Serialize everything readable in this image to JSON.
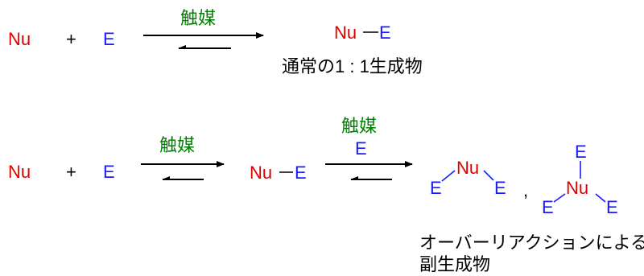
{
  "colors": {
    "nucleophile": "#e00000",
    "electrophile": "#1a1aff",
    "catalyst": "#008000",
    "text": "#000000"
  },
  "reaction1": {
    "nu": "Nu",
    "plus": "+",
    "e": "E",
    "catalyst": "触媒",
    "product_nu": "Nu",
    "product_e": "E",
    "caption": "通常の1 : 1生成物"
  },
  "reaction2": {
    "nu": "Nu",
    "plus": "+",
    "e": "E",
    "catalyst1": "触媒",
    "intermediate_nu": "Nu",
    "intermediate_e": "E",
    "catalyst2": "触媒",
    "reagent2": "E",
    "byproduct1": {
      "center": "Nu",
      "left": "E",
      "right": "E"
    },
    "separator": ",",
    "byproduct2": {
      "center": "Nu",
      "top": "E",
      "left": "E",
      "right": "E"
    },
    "caption_line1": "オーバーリアクションによる",
    "caption_line2": "副生成物"
  }
}
